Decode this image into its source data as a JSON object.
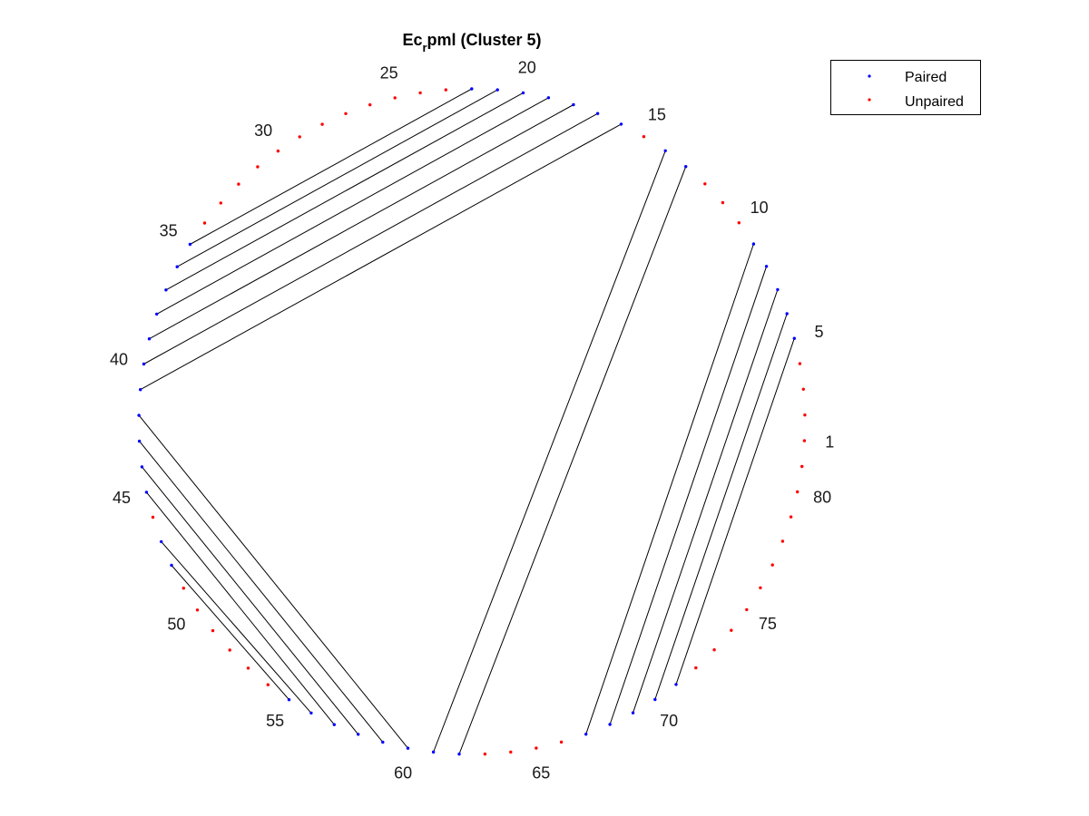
{
  "chart_data": {
    "type": "arc-diagram",
    "title": {
      "main_before": "Ec",
      "subscript": "r",
      "main_after": "pml (Cluster 5)"
    },
    "total_positions": 81,
    "position_labels": [
      "1",
      "5",
      "10",
      "15",
      "20",
      "25",
      "30",
      "35",
      "40",
      "45",
      "50",
      "55",
      "60",
      "65",
      "70",
      "75",
      "80"
    ],
    "label_positions": [
      1,
      5,
      10,
      15,
      20,
      25,
      30,
      35,
      40,
      45,
      50,
      55,
      60,
      65,
      70,
      75,
      80
    ],
    "pairs": [
      [
        5,
        71
      ],
      [
        6,
        70
      ],
      [
        7,
        69
      ],
      [
        8,
        68
      ],
      [
        9,
        67
      ],
      [
        13,
        62
      ],
      [
        14,
        61
      ],
      [
        16,
        41
      ],
      [
        17,
        40
      ],
      [
        18,
        39
      ],
      [
        19,
        38
      ],
      [
        20,
        37
      ],
      [
        21,
        36
      ],
      [
        22,
        35
      ],
      [
        42,
        60
      ],
      [
        43,
        59
      ],
      [
        44,
        58
      ],
      [
        45,
        57
      ],
      [
        47,
        56
      ],
      [
        48,
        55
      ]
    ],
    "legend": {
      "placement": "top-right",
      "entries": [
        {
          "name": "Paired",
          "color": "#0000ff"
        },
        {
          "name": "Unpaired",
          "color": "#ff0000"
        }
      ]
    },
    "colors": {
      "paired": "#0000ff",
      "unpaired": "#ff0000",
      "link": "#000000"
    }
  }
}
